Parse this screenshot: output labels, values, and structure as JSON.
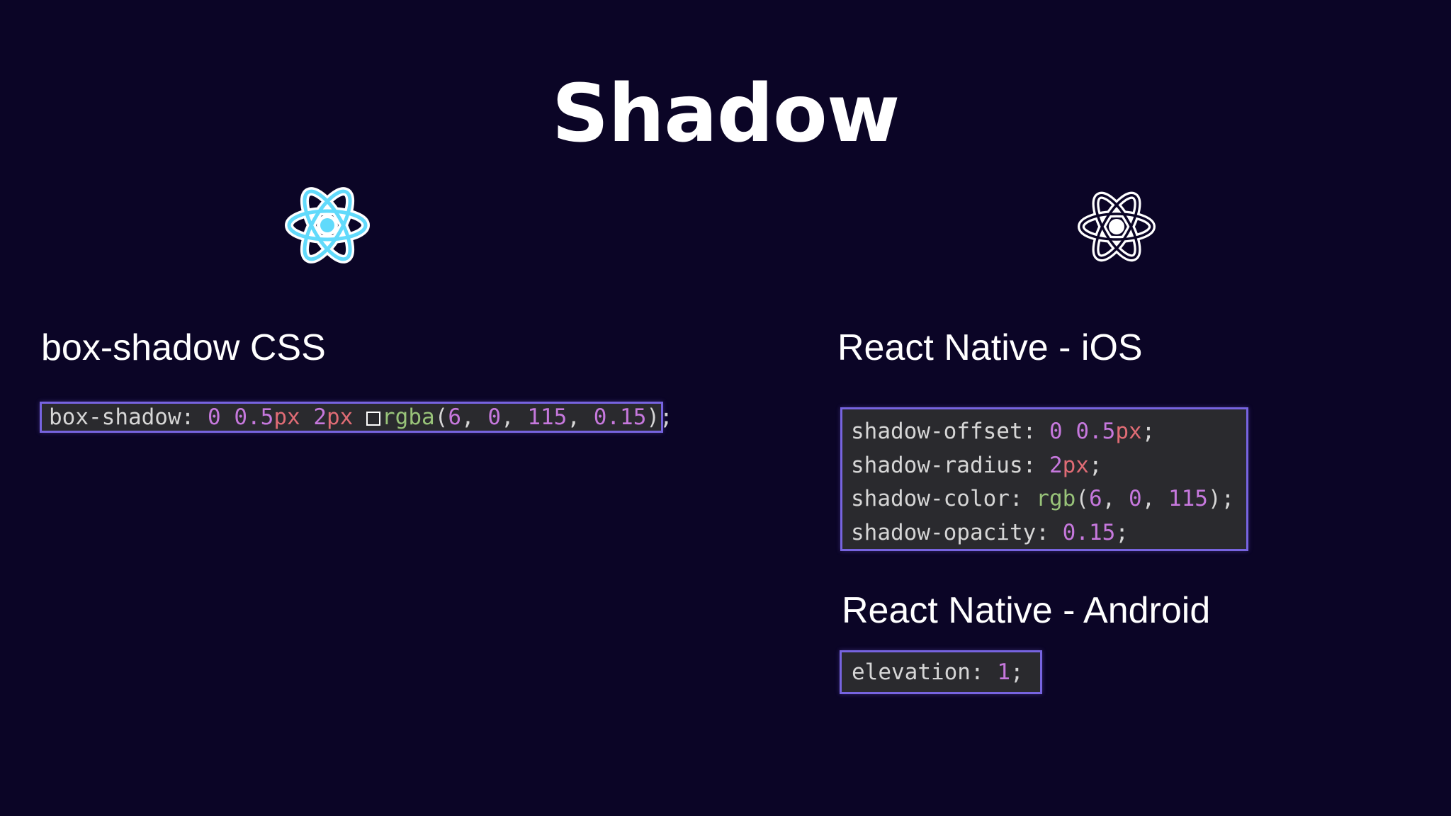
{
  "title": "Shadow",
  "icons": {
    "left": "react-logo-icon",
    "right": "react-logo-outline-icon"
  },
  "colors": {
    "background": "#0b0526",
    "react_blue": "#61dafb",
    "border_accent": "#7764e0",
    "code_background": "#2a2a2e",
    "number": "#c678dd",
    "unit": "#e06c75",
    "function": "#98c379"
  },
  "web": {
    "label": "box-shadow CSS",
    "code": {
      "prop": "box-shadow",
      "colon": ":",
      "v1": "0",
      "v2_num": "0.5",
      "v2_unit": "px",
      "v3_num": "2",
      "v3_unit": "px",
      "fn": "rgba",
      "open": "(",
      "a1": "6",
      "a2": "0",
      "a3": "115",
      "a4": "0.15",
      "close": ");",
      "comma": ","
    }
  },
  "ios": {
    "label": "React Native - iOS",
    "lines": {
      "offset_prop": "shadow-offset",
      "offset_v1": "0",
      "offset_v2_num": "0.5",
      "offset_v2_unit": "px",
      "radius_prop": "shadow-radius",
      "radius_num": "2",
      "radius_unit": "px",
      "color_prop": "shadow-color",
      "color_fn": "rgb",
      "color_a1": "6",
      "color_a2": "0",
      "color_a3": "115",
      "opacity_prop": "shadow-opacity",
      "opacity_val": "0.15"
    }
  },
  "android": {
    "label": "React Native - Android",
    "prop": "elevation",
    "value": "1"
  }
}
